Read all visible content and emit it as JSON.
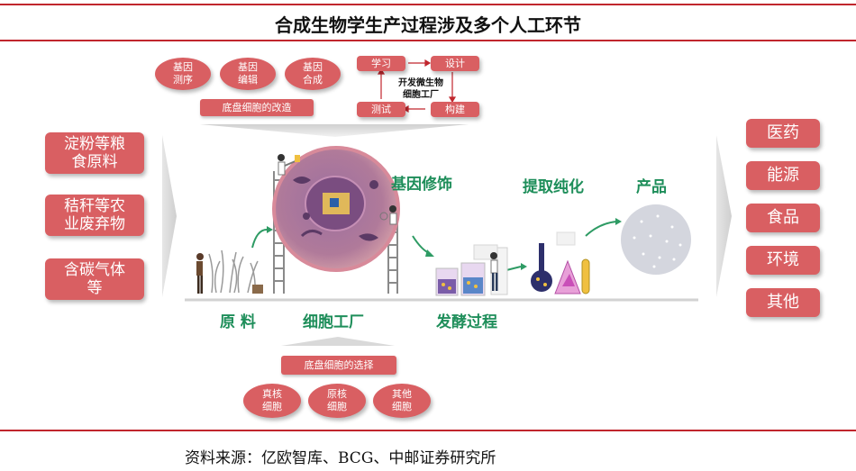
{
  "title": "合成生物学生产过程涉及多个人工环节",
  "source": "资料来源：亿欧智库、BCG、中邮证券研究所",
  "inputs": [
    "淀粉等粮\n食原料",
    "秸秆等农\n业废弃物",
    "含碳气体\n等"
  ],
  "outputs": [
    "医药",
    "能源",
    "食品",
    "环境",
    "其他"
  ],
  "gene_tools": [
    "基因\n测序",
    "基因\n编辑",
    "基因\n合成"
  ],
  "chassis_modification": "底盘细胞的改造",
  "cycle": {
    "learn": "学习",
    "design": "设计",
    "test": "测试",
    "build": "构建",
    "center": "开发微生物\n细胞工厂"
  },
  "chassis_selection": "底盘细胞的选择",
  "cell_types": [
    "真核\n细胞",
    "原核\n细胞",
    "其他\n细胞"
  ],
  "stages": {
    "gene_mod": "基因修饰",
    "extract": "提取纯化",
    "product": "产品",
    "raw": "原 料",
    "cell_factory": "细胞工厂",
    "fermentation": "发酵过程"
  },
  "colors": {
    "accent_red": "#c0262d",
    "box_red": "#d95f62",
    "stage_green": "#1e8e5a"
  }
}
